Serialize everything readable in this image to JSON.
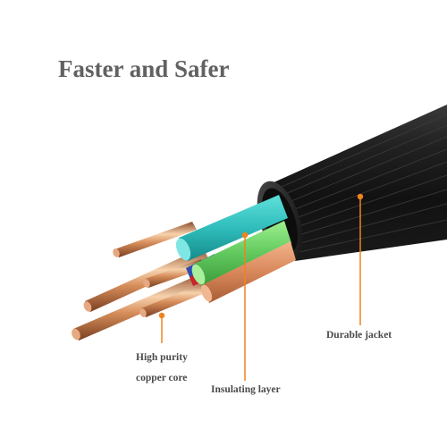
{
  "headline": "Faster and Safer",
  "callouts": {
    "core_line1": "High purity",
    "core_line2": "copper core",
    "insulating": "Insulating layer",
    "jacket": "Durable jacket"
  },
  "colors": {
    "accent": "#f0831f",
    "jacket": "#1b1b1b",
    "wire_cyan": "#33c4c2",
    "wire_green": "#6dd06a",
    "wire_orange": "#d98a5c",
    "wire_blue": "#2f4fb0",
    "wire_red": "#c8242a",
    "copper": "#c87a4a"
  }
}
